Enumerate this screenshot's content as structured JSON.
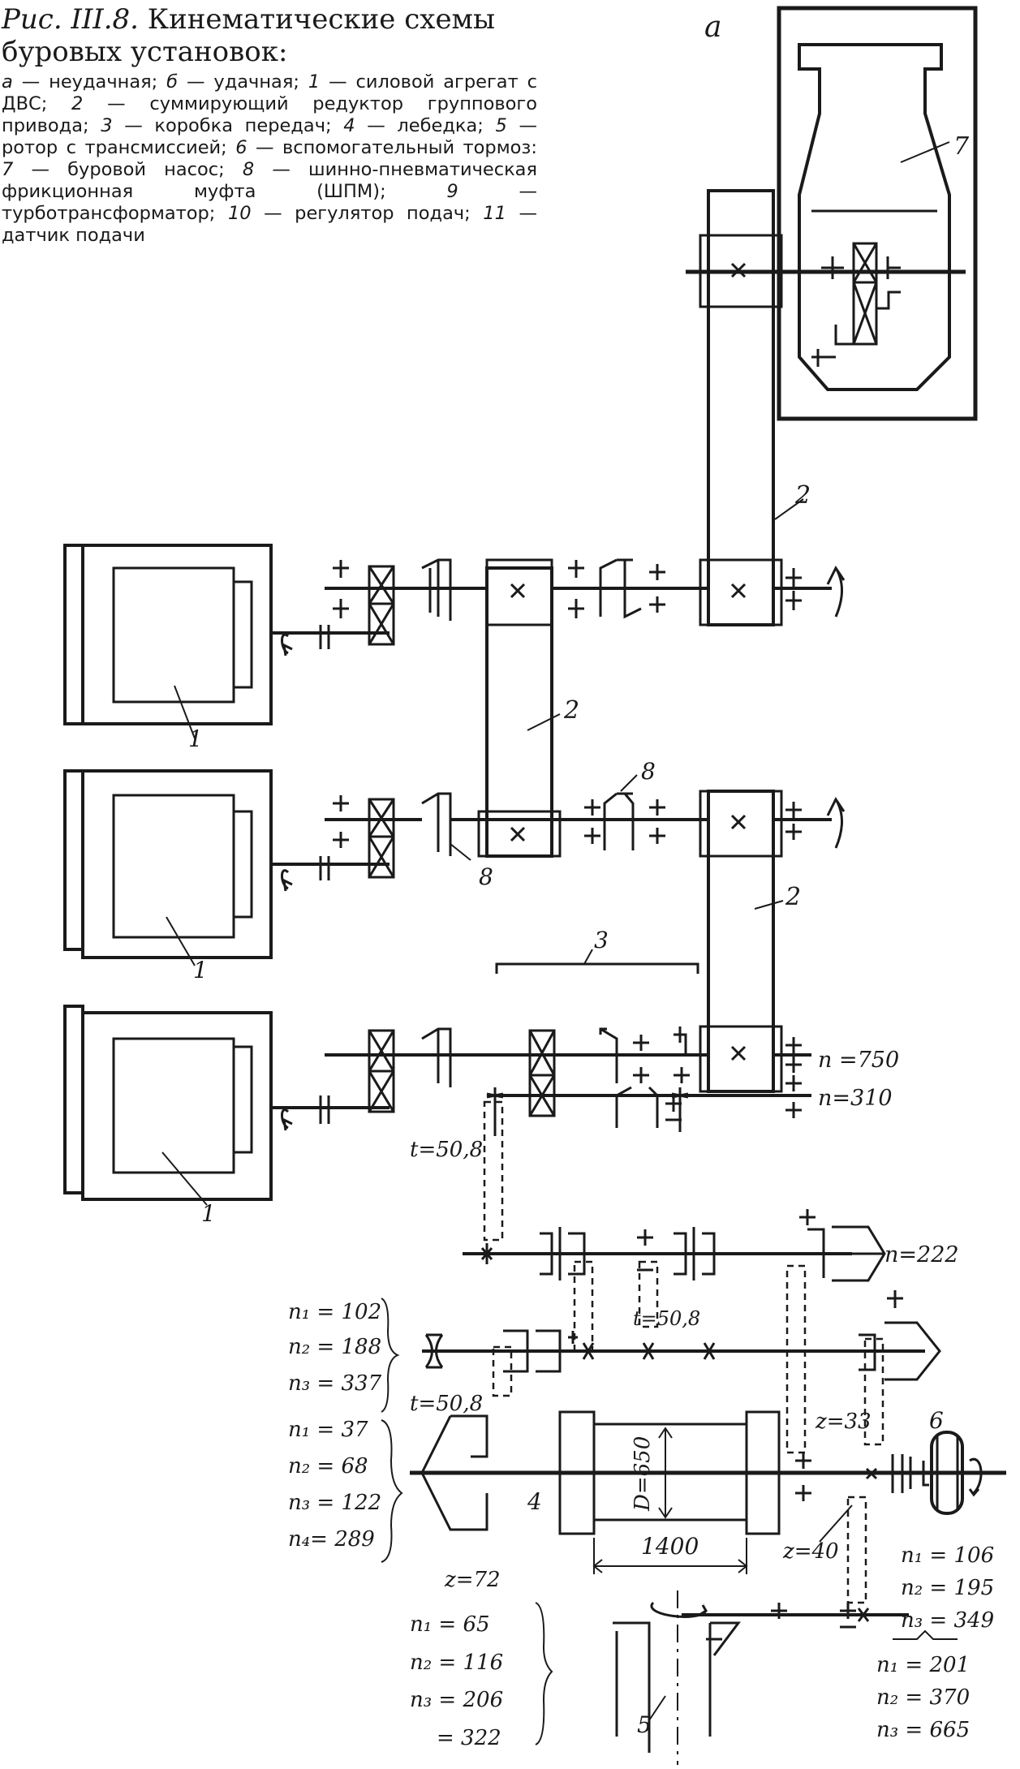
{
  "caption": {
    "title_prefix": "Рис. III.8.",
    "title": "Кинематические схемы буровых установок:",
    "legend": [
      {
        "key": "а",
        "text": "неудачная;"
      },
      {
        "key": "б",
        "text": "удачная;"
      },
      {
        "key": "1",
        "text": "силовой агрегат с ДВС;"
      },
      {
        "key": "2",
        "text": "суммирующий редуктор группового привода;"
      },
      {
        "key": "3",
        "text": "коробка передач;"
      },
      {
        "key": "4",
        "text": "лебедка;"
      },
      {
        "key": "5",
        "text": "ротор с трансмиссией;"
      },
      {
        "key": "6",
        "text": "вспомогательный тормоз:"
      },
      {
        "key": "7",
        "text": "буровой насос;"
      },
      {
        "key": "8",
        "text": "шинно-пневматическая фрикционная муфта (ШПМ);"
      },
      {
        "key": "9",
        "text": "турботрансформатор;"
      },
      {
        "key": "10",
        "text": "регулятор подач;"
      },
      {
        "key": "11",
        "text": "датчик подачи"
      }
    ]
  },
  "diagram": {
    "variant_label": "а",
    "part_numbers": {
      "engine": "1",
      "reducer": "2",
      "gearbox": "3",
      "winch": "4",
      "rotor": "5",
      "brake": "6",
      "pump": "7",
      "clutch": "8"
    },
    "speeds": {
      "output_high": "n =750",
      "output_low": "n=310",
      "countershaft": "n=222",
      "winch_shaft": [
        "n₁ = 102",
        "n₂ = 188",
        "n₃ = 337"
      ],
      "drum": [
        "n₁ = 37",
        "n₂ = 68",
        "n₃ = 122",
        "n₄= 289"
      ],
      "brake": [
        "n₁ = 106",
        "n₂ = 195",
        "n₃ = 349"
      ],
      "rotor": [
        "n₁ = 65",
        "n₂ = 116",
        "n₃ = 206",
        "= 322"
      ],
      "rotor_drive": [
        "n₁ = 201",
        "n₂ = 370",
        "n₃ = 665"
      ]
    },
    "chain_pitch": [
      "t=50,8",
      "t=50,8",
      "t=50,8"
    ],
    "teeth": {
      "winch_gear": "z=72",
      "brake_sprocket": "z=33",
      "rotor_sprocket": "z=40"
    },
    "drum_dims": {
      "diameter": "D=650",
      "length": "1400"
    }
  }
}
